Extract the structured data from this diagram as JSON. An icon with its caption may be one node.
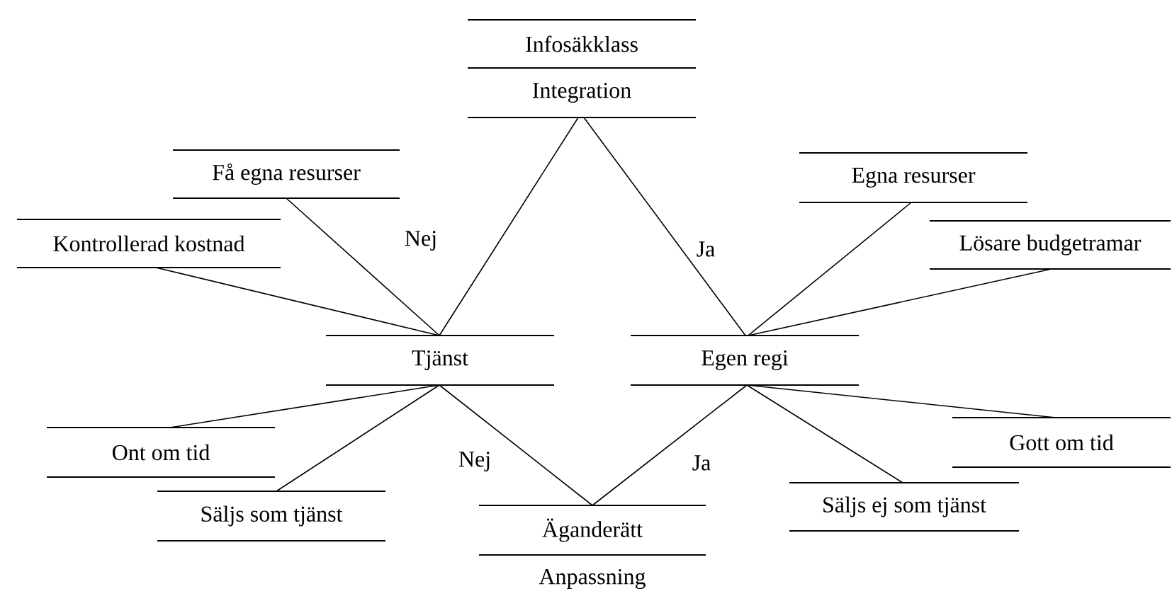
{
  "diagram": {
    "nodes": [
      {
        "text": [
          "Infosäkklass"
        ]
      },
      {
        "text": [
          "Integration"
        ]
      },
      {
        "text": [
          "Få egna resurser"
        ]
      },
      {
        "text": [
          "Kontrollerad kostnad"
        ]
      },
      {
        "text": [
          "Egna resurser"
        ]
      },
      {
        "text": [
          "Lösare budgetramar"
        ]
      },
      {
        "text": [
          "Tjänst"
        ]
      },
      {
        "text": [
          "Egen regi"
        ]
      },
      {
        "text": [
          "Ont om tid"
        ]
      },
      {
        "text": [
          "Säljs som tjänst"
        ]
      },
      {
        "text": [
          "Gott om tid"
        ]
      },
      {
        "text": [
          "Säljs ej som tjänst"
        ]
      },
      {
        "text": [
          "Äganderätt"
        ]
      },
      {
        "text": [
          "Anpassning"
        ]
      }
    ],
    "edges": [
      {
        "from": 1,
        "to": 6,
        "arrow": "none",
        "label": "Nej"
      },
      {
        "from": 1,
        "to": 7,
        "arrow": "none",
        "label": "Ja"
      },
      {
        "from": 2,
        "to": 6,
        "arrow": "none"
      },
      {
        "from": 3,
        "to": 6,
        "arrow": "none"
      },
      {
        "from": 4,
        "to": 7,
        "arrow": "none"
      },
      {
        "from": 5,
        "to": 7,
        "arrow": "none"
      },
      {
        "from": 6,
        "to": 8,
        "arrow": "none"
      },
      {
        "from": 6,
        "to": 9,
        "arrow": "none"
      },
      {
        "from": 6,
        "to": 12,
        "arrow": "none",
        "label": "Nej"
      },
      {
        "from": 7,
        "to": 12,
        "arrow": "none",
        "label": "Ja"
      },
      {
        "from": 7,
        "to": 11,
        "arrow": "none"
      },
      {
        "from": 7,
        "to": 10,
        "arrow": "none"
      }
    ]
  }
}
